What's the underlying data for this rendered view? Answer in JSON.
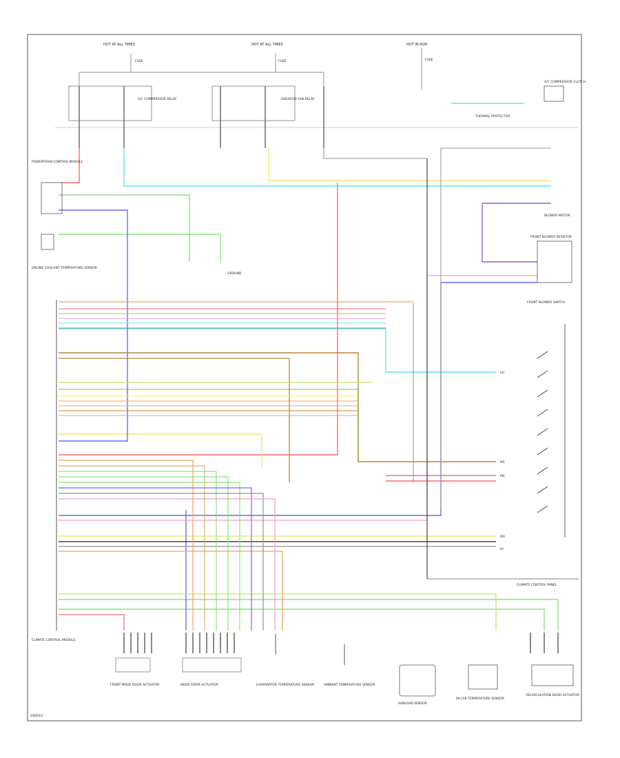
{
  "top_labels": {
    "hot_left": "HOT AT ALL TIMES",
    "hot_mid": "HOT AT ALL TIMES",
    "hot_right": "HOT IN RUN"
  },
  "fuses": {
    "fuse1": "FUSE",
    "fuse2": "FUSE",
    "fuse3": "FUSE"
  },
  "relays": {
    "ac_comp_relay": "A/C COMPRESSOR RELAY",
    "radiator_fan_relay": "RADIATOR FAN RELAY",
    "ac_clutch": "A/C COMPRESSOR CLUTCH",
    "ac_thermal_protector": "THERMAL PROTECTOR"
  },
  "components": {
    "powertrain_module": "POWERTRAIN CONTROL MODULE",
    "ect_sensor": "ENGINE COOLANT TEMPERATURE SENSOR",
    "ground": "GROUND",
    "climate_module": "CLIMATE CONTROL MODULE",
    "climate_panel": "CLIMATE CONTROL PANEL",
    "blower_motor": "BLOWER MOTOR",
    "front_blower_resistor": "FRONT BLOWER RESISTOR",
    "front_blower_switch": "FRONT BLOWER SWITCH",
    "mode_door_left": "FRONT MODE DOOR ACTUATOR",
    "mode_door_right": "MODE DOOR ACTUATOR",
    "evap_sensor": "EVAPORATOR TEMPERATURE SENSOR",
    "ambient_sensor": "AMBIENT TEMPERATURE SENSOR",
    "sunload_sensor": "SUNLOAD SENSOR",
    "incar_sensor": "IN-CAR TEMPERATURE SENSOR",
    "recirc_door": "RECIRCULATION DOOR ACTUATOR"
  },
  "switch_labels": [
    "LO",
    "M1",
    "M2",
    "M3",
    "HI"
  ],
  "footer": {
    "code": "G00010"
  },
  "colors": {
    "red": "#ff6a6a",
    "cyan": "#5ee6ee",
    "green": "#8de27a",
    "blue": "#6b6cf0",
    "yellow": "#efe871",
    "orange": "#f3a259",
    "brown": "#b8843b",
    "gray": "#909090",
    "black": "#222222",
    "pink": "#f49cc0",
    "purple": "#9b59d0",
    "tan": "#d4b070",
    "yellowgreen": "#c6e266"
  }
}
